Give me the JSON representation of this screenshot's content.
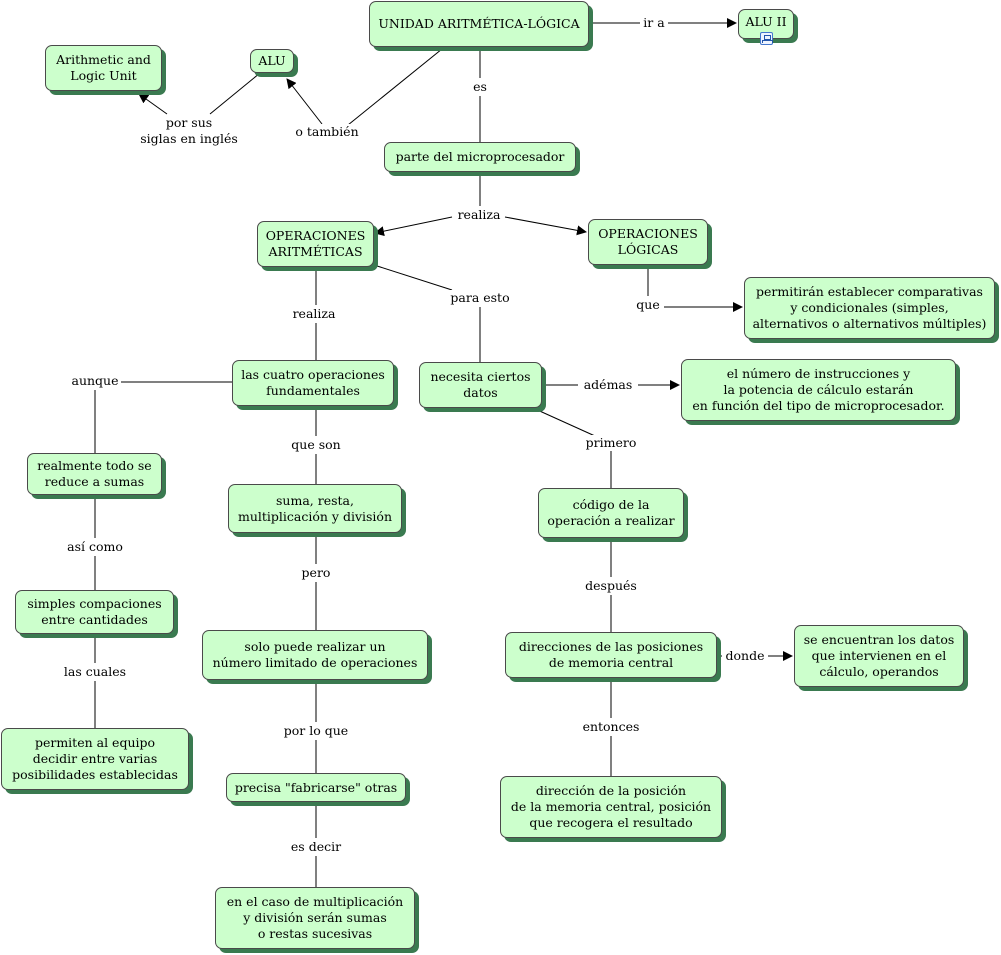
{
  "nodes": {
    "ual": "UNIDAD ARITMÉTICA-LÓGICA",
    "alu2": "ALU II",
    "alu": "ALU",
    "arith_logic_unit": "Arithmetic and\nLogic Unit",
    "parte": "parte del microprocesador",
    "op_arit": "OPERACIONES\nARITMÉTICAS",
    "op_log": "OPERACIONES\nLÓGICAS",
    "permitiran": "permitirán establecer comparativas\ny condicionales (simples,\nalternativos o alternativos múltiples)",
    "cuatro_ops": "las cuatro operaciones\nfundamentales",
    "necesita": "necesita ciertos\ndatos",
    "num_instr": "el número de instrucciones y\nla potencia de cálculo estarán\nen función del tipo de microprocesador.",
    "reduce": "realmente todo se\nreduce a sumas",
    "suma_resta": "suma, resta,\nmultiplicación y división",
    "codigo": "código de la\noperación a realizar",
    "simples": "simples compaciones\nentre cantidades",
    "solo_puede": "solo puede realizar un\nnúmero limitado de operaciones",
    "direcciones": "direcciones de las posiciones\nde memoria central",
    "se_encuentran": "se encuentran los datos\nque intervienen en el\ncálculo, operandos",
    "permiten": "permiten al equipo\ndecidir entre varias\nposibilidades establecidas",
    "precisa": "precisa \"fabricarse\" otras",
    "direccion_pos": "dirección de la posición\nde la memoria central, posición\nque recogera el resultado",
    "caso_mult": "en el caso de multiplicación\ny división serán sumas\no restas sucesivas"
  },
  "labels": {
    "ir_a": "ir a",
    "es": "es",
    "por_sus": "por sus\nsiglas en inglés",
    "o_tambien": "o también",
    "realiza_top": "realiza",
    "que": "que",
    "realiza": "realiza",
    "para_esto": "para esto",
    "aunque": "aunque",
    "ademas": "adémas",
    "que_son": "que son",
    "primero": "primero",
    "asi_como": "así como",
    "pero": "pero",
    "despues": "después",
    "las_cuales": "las cuales",
    "donde": "donde",
    "por_lo_que": "por lo que",
    "entonces": "entonces",
    "es_decir": "es decir"
  },
  "icons": {
    "alu2_link": "resource-link-icon"
  },
  "colors": {
    "node_fill": "#ccffcc",
    "node_shadow": "#3a7a50",
    "line": "#000000"
  }
}
